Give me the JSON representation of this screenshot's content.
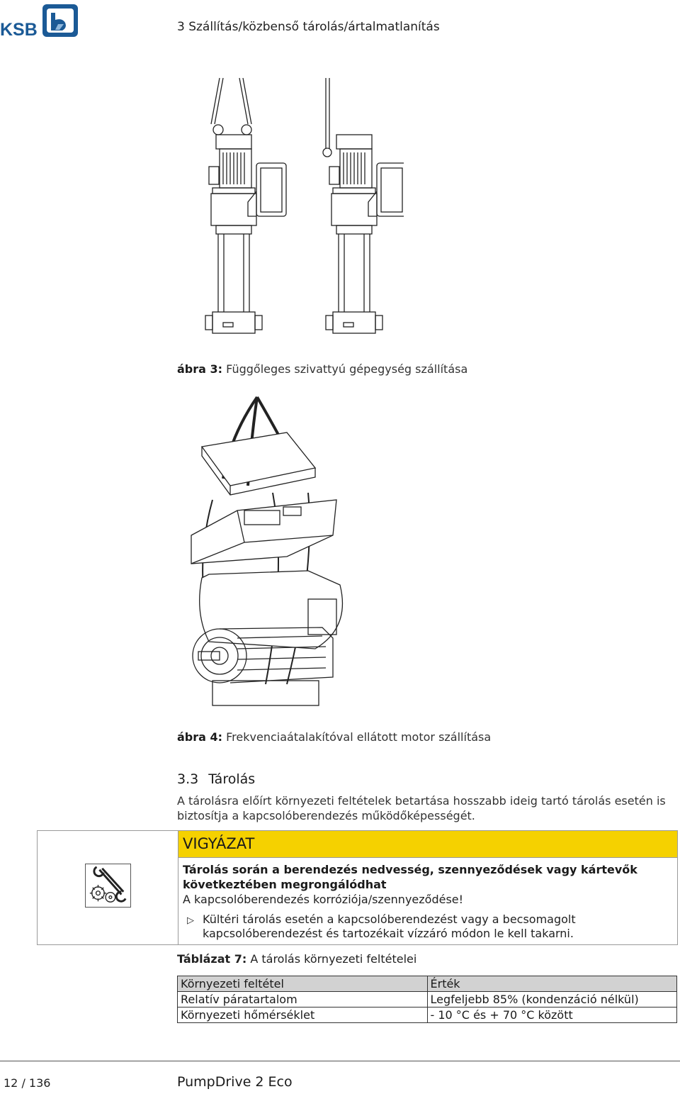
{
  "header": {
    "brand": "KSB",
    "chapter_title": "3 Szállítás/közbenső tárolás/ártalmatlanítás"
  },
  "figures": [
    {
      "label": "ábra 3:",
      "caption": "Függőleges szivattyú gépegység szállítása"
    },
    {
      "label": "ábra 4:",
      "caption": "Frekvenciaátalakítóval ellátott motor szállítása"
    }
  ],
  "section": {
    "number": "3.3",
    "title": "Tárolás",
    "text": "A tárolásra előírt környezeti feltételek betartása hosszabb ideig tartó tárolás esetén is biztosítja a kapcsolóberendezés működőképességét."
  },
  "warning": {
    "icon": "wrench-gear-icon",
    "signal_word": "VIGYÁZAT",
    "hazard": "Tárolás során a berendezés nedvesség, szennyeződések vagy kártevők következtében megrongálódhat",
    "consequence": "A kapcsolóberendezés korróziója/szennyeződése!",
    "step_marker": "▷",
    "step": "Kültéri tárolás esetén a kapcsolóberendezést vagy a becsomagolt kapcsolóberendezést és tartozékait vízzáró módon le kell takarni.",
    "color": "#f5d100"
  },
  "table": {
    "label": "Táblázat 7:",
    "caption": "A tárolás környezeti feltételei",
    "headers": [
      "Környezeti feltétel",
      "Érték"
    ],
    "rows": [
      [
        "Relatív páratartalom",
        "Legfeljebb 85% (kondenzáció nélkül)"
      ],
      [
        "Környezeti hőmérséklet",
        "- 10 °C és + 70 °C között"
      ]
    ]
  },
  "footer": {
    "page": "12 / 136",
    "product": "PumpDrive 2 Eco"
  }
}
